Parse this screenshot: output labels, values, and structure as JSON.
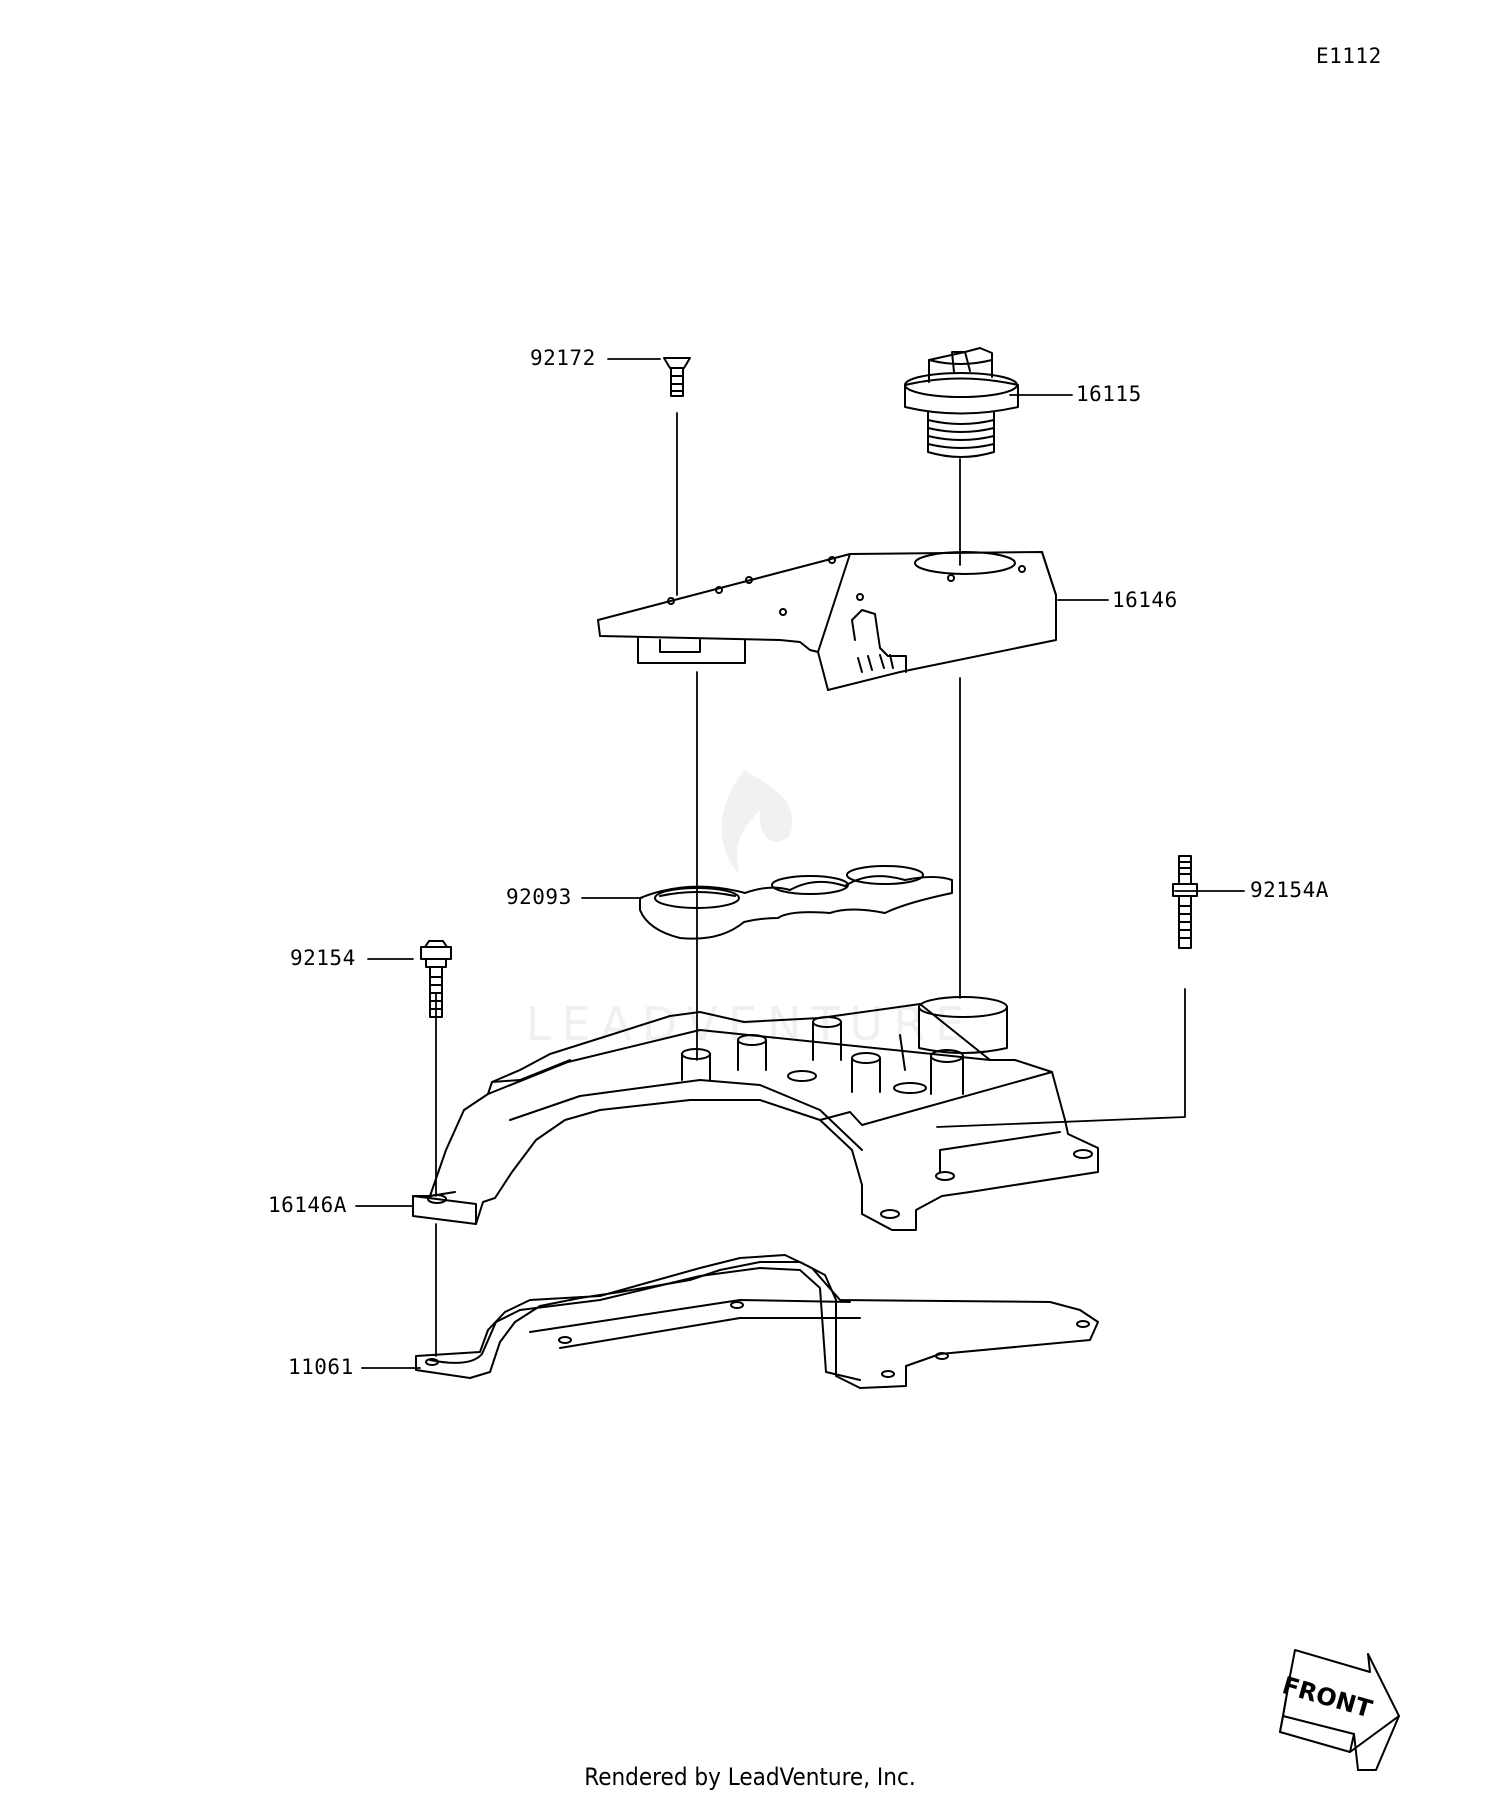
{
  "diagram_id": "E1112",
  "watermark": "LEADVENTURE",
  "labels": {
    "p92172": "92172",
    "p16115": "16115",
    "p16146": "16146",
    "p92093": "92093",
    "p92154": "92154",
    "p92154A": "92154A",
    "p16146A": "16146A",
    "p11061": "11061"
  },
  "front_badge": "FRONT",
  "footer": "Rendered by LeadVenture, Inc."
}
